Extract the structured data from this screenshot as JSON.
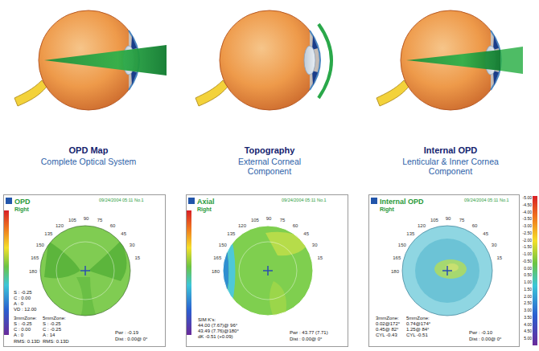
{
  "diagram": {
    "nodes": [
      {
        "text": [
          "OPD",
          "Right",
          "09/24/2004 05:11 No.1",
          "105",
          "90",
          "75",
          "120",
          "60",
          "135",
          "45",
          "150",
          "30",
          "165",
          "15",
          "180",
          "S : -0.25",
          "C : 0.00",
          "A : 0",
          "VD : 12.00",
          "3mmZone:",
          "5mmZone:",
          "S : -0.25",
          "C : 0.00",
          "A : 0",
          "S : -0.25",
          "C : -0.25",
          "A : 14",
          "RMS: 0.13D",
          "RMS: 0.13D",
          "Pwr : -0.19",
          "Dist : 0.00@ 0°"
        ]
      },
      {
        "text": [
          "Axial",
          "Right",
          "09/24/2004 05:11 No.1",
          "105",
          "90",
          "75",
          "120",
          "60",
          "135",
          "45",
          "150",
          "30",
          "165",
          "15",
          "180",
          "SIM K's:",
          "44.00 (7.67)@ 96°",
          "43.49 (7.76)@180°",
          "dK -0.51 (+0.09)",
          "Pwr : 43.77 (7.71)",
          "Dist : 0.00@ 0°"
        ]
      },
      {
        "text": [
          "Internal OPD",
          "Right",
          "09/24/2004 05:11 No.1",
          "105",
          "90",
          "75",
          "120",
          "60",
          "135",
          "45",
          "150",
          "30",
          "165",
          "15",
          "180",
          "3mmZone:",
          "5mmZone:",
          "0.02@172°",
          "0.74@174°",
          "0.45@ 82°",
          "1.25@ 84°",
          "CYL -0.43",
          "CYL -0.51",
          "Pwr : -0.10",
          "Dist : 0.00@ 0°"
        ]
      }
    ],
    "labels": [
      "OPD Map",
      "Complete Optical System",
      "Topography",
      "External Corneal Component",
      "Internal OPD",
      "Lenticular & Inner Cornea Component",
      "-5.00",
      "-4.50",
      "-4.00",
      "-3.50",
      "-3.00",
      "-2.50",
      "-2.00",
      "-1.50",
      "-1.00",
      "-0.50",
      "0.00",
      "0.50",
      "1.00",
      "1.50",
      "2.00",
      "2.50",
      "3.00",
      "3.50",
      "4.00",
      "4.50",
      "5.00"
    ]
  }
}
